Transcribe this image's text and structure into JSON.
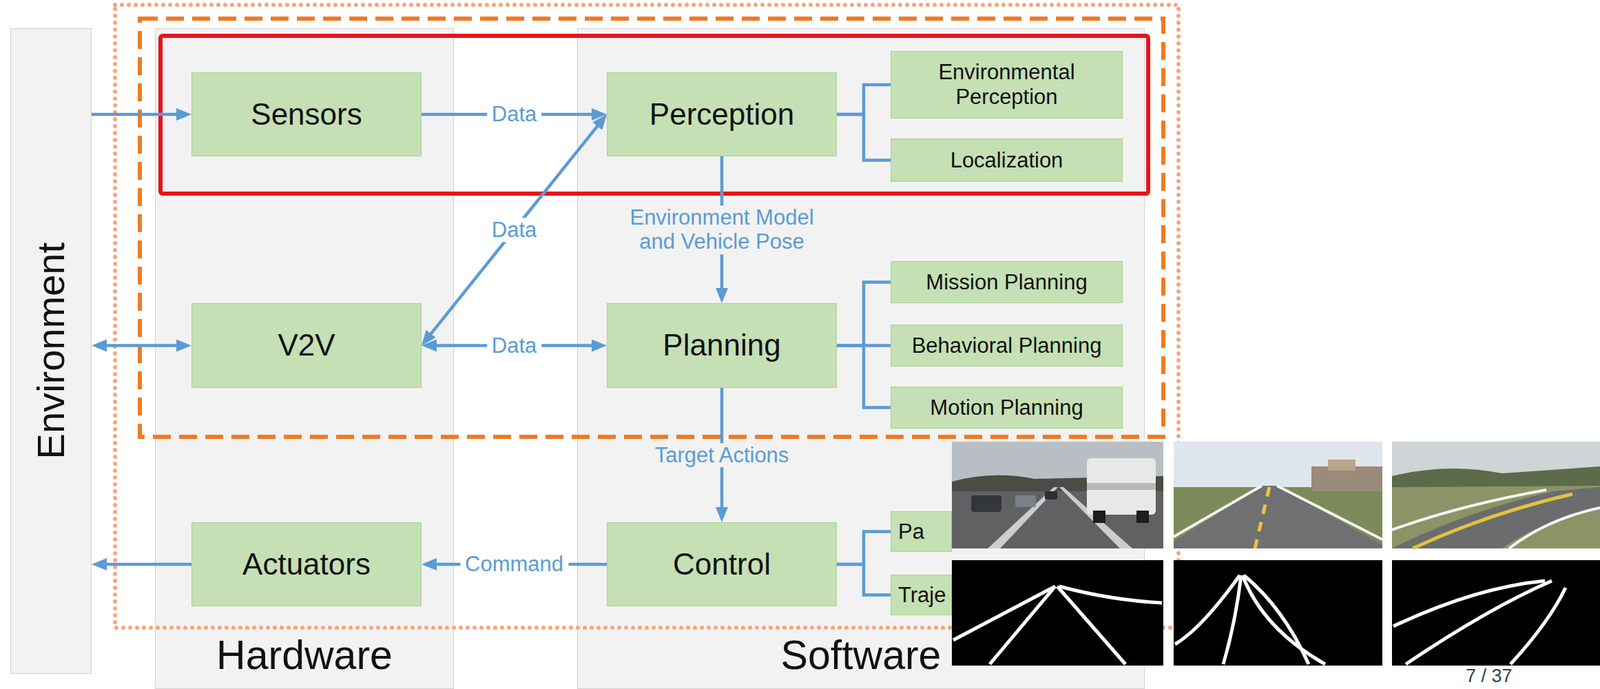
{
  "diagram": {
    "nodes": [
      {
        "text": [
          "Environment"
        ]
      },
      {
        "text": [
          "Hardware"
        ]
      },
      {
        "text": [
          "Sensors"
        ],
        "in": 1
      },
      {
        "text": [
          "V2V"
        ],
        "in": 1
      },
      {
        "text": [
          "Actuators"
        ],
        "in": 1
      },
      {
        "text": [
          "Software"
        ]
      },
      {
        "text": [
          "Perception"
        ],
        "in": 5
      },
      {
        "text": [
          "Environmental Perception"
        ],
        "in": 5
      },
      {
        "text": [
          "Localization"
        ],
        "in": 5
      },
      {
        "text": [
          "Planning"
        ],
        "in": 5
      },
      {
        "text": [
          "Mission Planning"
        ],
        "in": 5
      },
      {
        "text": [
          "Behavioral Planning"
        ],
        "in": 5
      },
      {
        "text": [
          "Motion Planning"
        ],
        "in": 5
      },
      {
        "text": [
          "Control"
        ],
        "in": 5
      },
      {
        "text": [
          "Pa"
        ],
        "in": 5
      },
      {
        "text": [
          "Traje"
        ],
        "in": 5
      }
    ],
    "edges": [
      {
        "from": 0,
        "to": 2,
        "arrow": "to"
      },
      {
        "from": 0,
        "to": 3,
        "arrow": "both"
      },
      {
        "from": 4,
        "to": 0,
        "arrow": "to"
      },
      {
        "from": 2,
        "to": 6,
        "label": "Data",
        "arrow": "to"
      },
      {
        "from": 3,
        "to": 6,
        "label": "Data",
        "arrow": "both"
      },
      {
        "from": 3,
        "to": 9,
        "label": "Data",
        "arrow": "both"
      },
      {
        "from": 6,
        "to": 9,
        "label": "Environment Model and Vehicle Pose",
        "arrow": "to"
      },
      {
        "from": 9,
        "to": 13,
        "label": "Target Actions",
        "arrow": "to"
      },
      {
        "from": 13,
        "to": 4,
        "label": "Command",
        "arrow": "to"
      },
      {
        "from": 6,
        "to": 7,
        "arrow": "none"
      },
      {
        "from": 6,
        "to": 8,
        "arrow": "none"
      },
      {
        "from": 9,
        "to": 10,
        "arrow": "none"
      },
      {
        "from": 9,
        "to": 11,
        "arrow": "none"
      },
      {
        "from": 9,
        "to": 12,
        "arrow": "none"
      },
      {
        "from": 13,
        "to": 14,
        "arrow": "none"
      },
      {
        "from": 13,
        "to": 15,
        "arrow": "none"
      }
    ],
    "labels": [
      "7 / 37"
    ]
  }
}
